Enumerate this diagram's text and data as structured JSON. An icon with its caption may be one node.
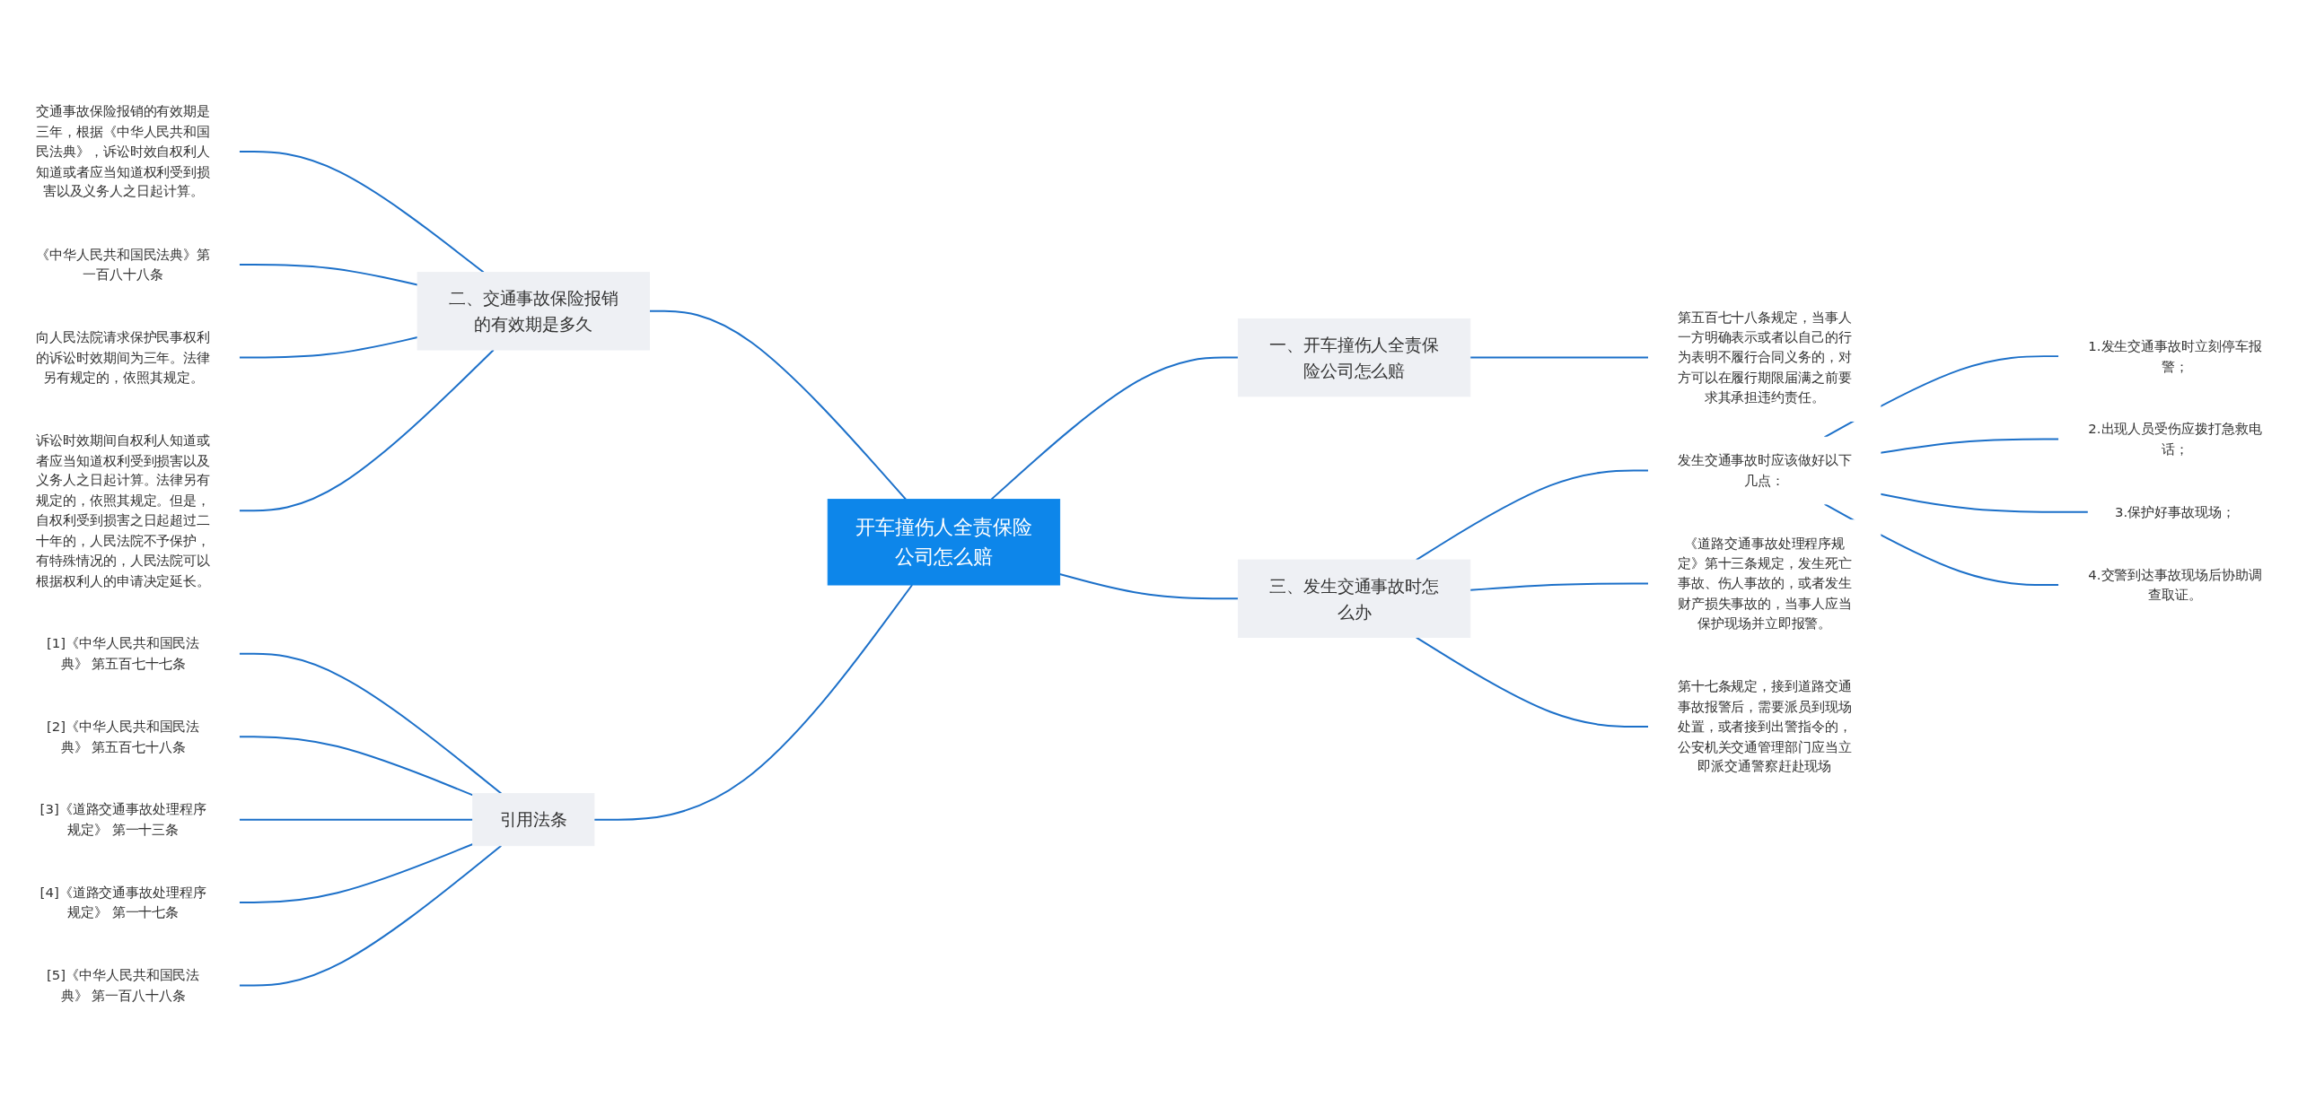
{
  "diagram": {
    "nodes": [
      {
        "text": [
          "开车撞伤人全责保险公司怎么赔"
        ]
      },
      {
        "text": [
          "二、交通事故保险报销的有效期是多久"
        ]
      },
      {
        "text": [
          "交通事故保险报销的有效期是三年，根据《中华人民共和国民法典》，诉讼时效自权利人知道或者应当知道权利受到损害以及义务人之日起计算。"
        ]
      },
      {
        "text": [
          "《中华人民共和国民法典》第一百八十八条"
        ]
      },
      {
        "text": [
          "向人民法院请求保护民事权利的诉讼时效期间为三年。法律另有规定的，依照其规定。"
        ]
      },
      {
        "text": [
          "诉讼时效期间自权利人知道或者应当知道权利受到损害以及义务人之日起计算。法律另有规定的，依照其规定。但是，自权利受到损害之日起超过二十年的，人民法院不予保护，有特殊情况的，人民法院可以根据权利人的申请决定延长。"
        ]
      },
      {
        "text": [
          "引用法条"
        ]
      },
      {
        "text": [
          "[1]《中华人民共和国民法典》 第五百七十七条"
        ]
      },
      {
        "text": [
          "[2]《中华人民共和国民法典》 第五百七十八条"
        ]
      },
      {
        "text": [
          "[3]《道路交通事故处理程序规定》 第一十三条"
        ]
      },
      {
        "text": [
          "[4]《道路交通事故处理程序规定》 第一十七条"
        ]
      },
      {
        "text": [
          "[5]《中华人民共和国民法典》 第一百八十八条"
        ]
      },
      {
        "text": [
          "一、开车撞伤人全责保险公司怎么赔"
        ]
      },
      {
        "text": [
          "第五百七十八条规定，当事人一方明确表示或者以自己的行为表明不履行合同义务的，对方可以在履行期限届满之前要求其承担违约责任。"
        ]
      },
      {
        "text": [
          "三、发生交通事故时怎么办"
        ]
      },
      {
        "text": [
          "发生交通事故时应该做好以下几点："
        ]
      },
      {
        "text": [
          "1.发生交通事故时立刻停车报警；"
        ]
      },
      {
        "text": [
          "2.出现人员受伤应拨打急救电话；"
        ]
      },
      {
        "text": [
          "3.保护好事故现场；"
        ]
      },
      {
        "text": [
          "4.交警到达事故现场后协助调查取证。"
        ]
      },
      {
        "text": [
          "《道路交通事故处理程序规定》第十三条规定，发生死亡事故、伤人事故的，或者发生财产损失事故的，当事人应当保护现场并立即报警。"
        ]
      },
      {
        "text": [
          "第十七条规定，接到道路交通事故报警后，需要派员到现场处置，或者接到出警指令的，公安机关交通管理部门应当立即派交通警察赶赴现场"
        ]
      }
    ],
    "edges": [
      {
        "from": 0,
        "to": 1,
        "arrow": "none"
      },
      {
        "from": 1,
        "to": 2,
        "arrow": "none"
      },
      {
        "from": 1,
        "to": 3,
        "arrow": "none"
      },
      {
        "from": 1,
        "to": 4,
        "arrow": "none"
      },
      {
        "from": 1,
        "to": 5,
        "arrow": "none"
      },
      {
        "from": 0,
        "to": 6,
        "arrow": "none"
      },
      {
        "from": 6,
        "to": 7,
        "arrow": "none"
      },
      {
        "from": 6,
        "to": 8,
        "arrow": "none"
      },
      {
        "from": 6,
        "to": 9,
        "arrow": "none"
      },
      {
        "from": 6,
        "to": 10,
        "arrow": "none"
      },
      {
        "from": 6,
        "to": 11,
        "arrow": "none"
      },
      {
        "from": 0,
        "to": 12,
        "arrow": "none"
      },
      {
        "from": 12,
        "to": 13,
        "arrow": "none"
      },
      {
        "from": 0,
        "to": 14,
        "arrow": "none"
      },
      {
        "from": 14,
        "to": 15,
        "arrow": "none"
      },
      {
        "from": 15,
        "to": 16,
        "arrow": "none"
      },
      {
        "from": 15,
        "to": 17,
        "arrow": "none"
      },
      {
        "from": 15,
        "to": 18,
        "arrow": "none"
      },
      {
        "from": 15,
        "to": 19,
        "arrow": "none"
      },
      {
        "from": 14,
        "to": 20,
        "arrow": "none"
      },
      {
        "from": 14,
        "to": 21,
        "arrow": "none"
      }
    ]
  }
}
